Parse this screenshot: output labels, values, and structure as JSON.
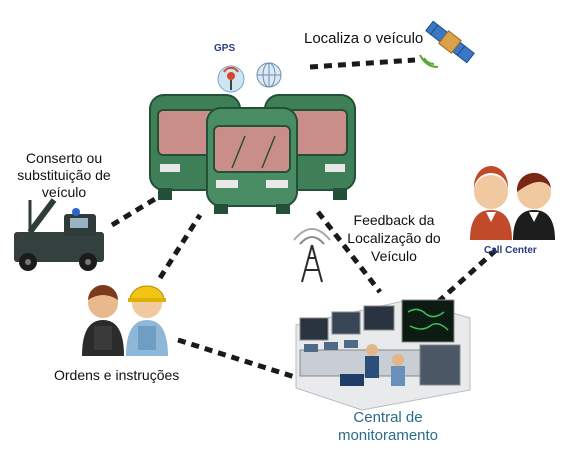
{
  "nodes": {
    "gps": {
      "label": "GPS"
    },
    "satellite": {
      "label": "Localiza o veículo"
    },
    "tow_truck": {
      "label_lines": [
        "Conserto ou",
        "substituição de",
        "veículo"
      ]
    },
    "feedback": {
      "label_lines": [
        "Feedback da",
        "Localização do",
        "Veículo"
      ]
    },
    "call_center": {
      "label": "Call Center"
    },
    "workers": {
      "label": "Ordens e instruções"
    },
    "monitoring": {
      "label_lines": [
        "Central de",
        "monitoramento"
      ]
    }
  },
  "colors": {
    "bus_body": "#3f7f57",
    "bus_dark": "#245038",
    "bus_window": "#c98e8a",
    "connector": "#1a1a1a",
    "label_accent": "#2a6b8a",
    "gps_text": "#2a3a86"
  }
}
